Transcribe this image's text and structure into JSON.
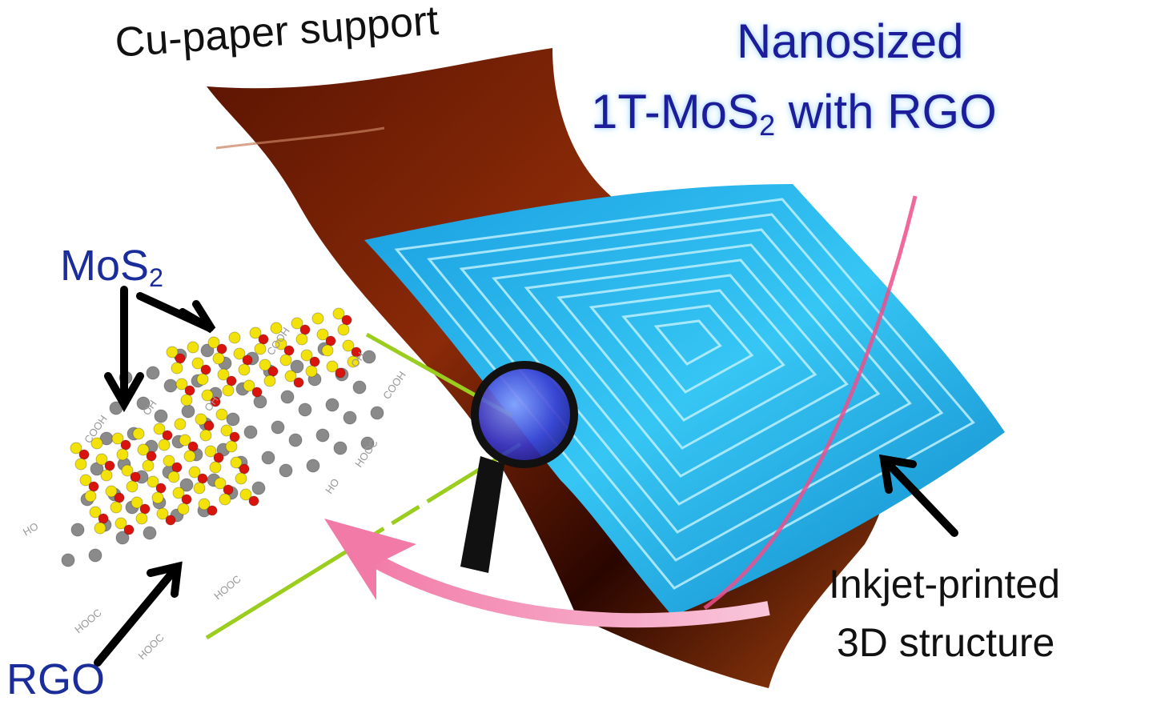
{
  "labels": {
    "support": "Cu-paper support",
    "title_line1": "Nanosized",
    "title_line2_prefix": "1T-MoS",
    "title_line2_sub": "2",
    "title_line2_suffix": " with RGO",
    "mos2_prefix": "MoS",
    "mos2_sub": "2",
    "rgo": "RGO",
    "structure_line1": "Inkjet-printed",
    "structure_line2": "3D structure"
  },
  "functional_groups": [
    "COOH",
    "OH",
    "OH",
    "COOH",
    "OH",
    "COOH",
    "HOOC",
    "HO",
    "HO",
    "HOOC",
    "HOOC",
    "HOOC"
  ],
  "colors": {
    "copper": "#6e1c04",
    "printed_layer": "#1fa8e6",
    "title_blue": "#1d1d9c",
    "guide_green": "#9acd1e",
    "pink": "#f07aa8",
    "sulfur": "#f2e20a",
    "molybdenum": "#d8140c",
    "carbon": "#8a8a8a"
  }
}
